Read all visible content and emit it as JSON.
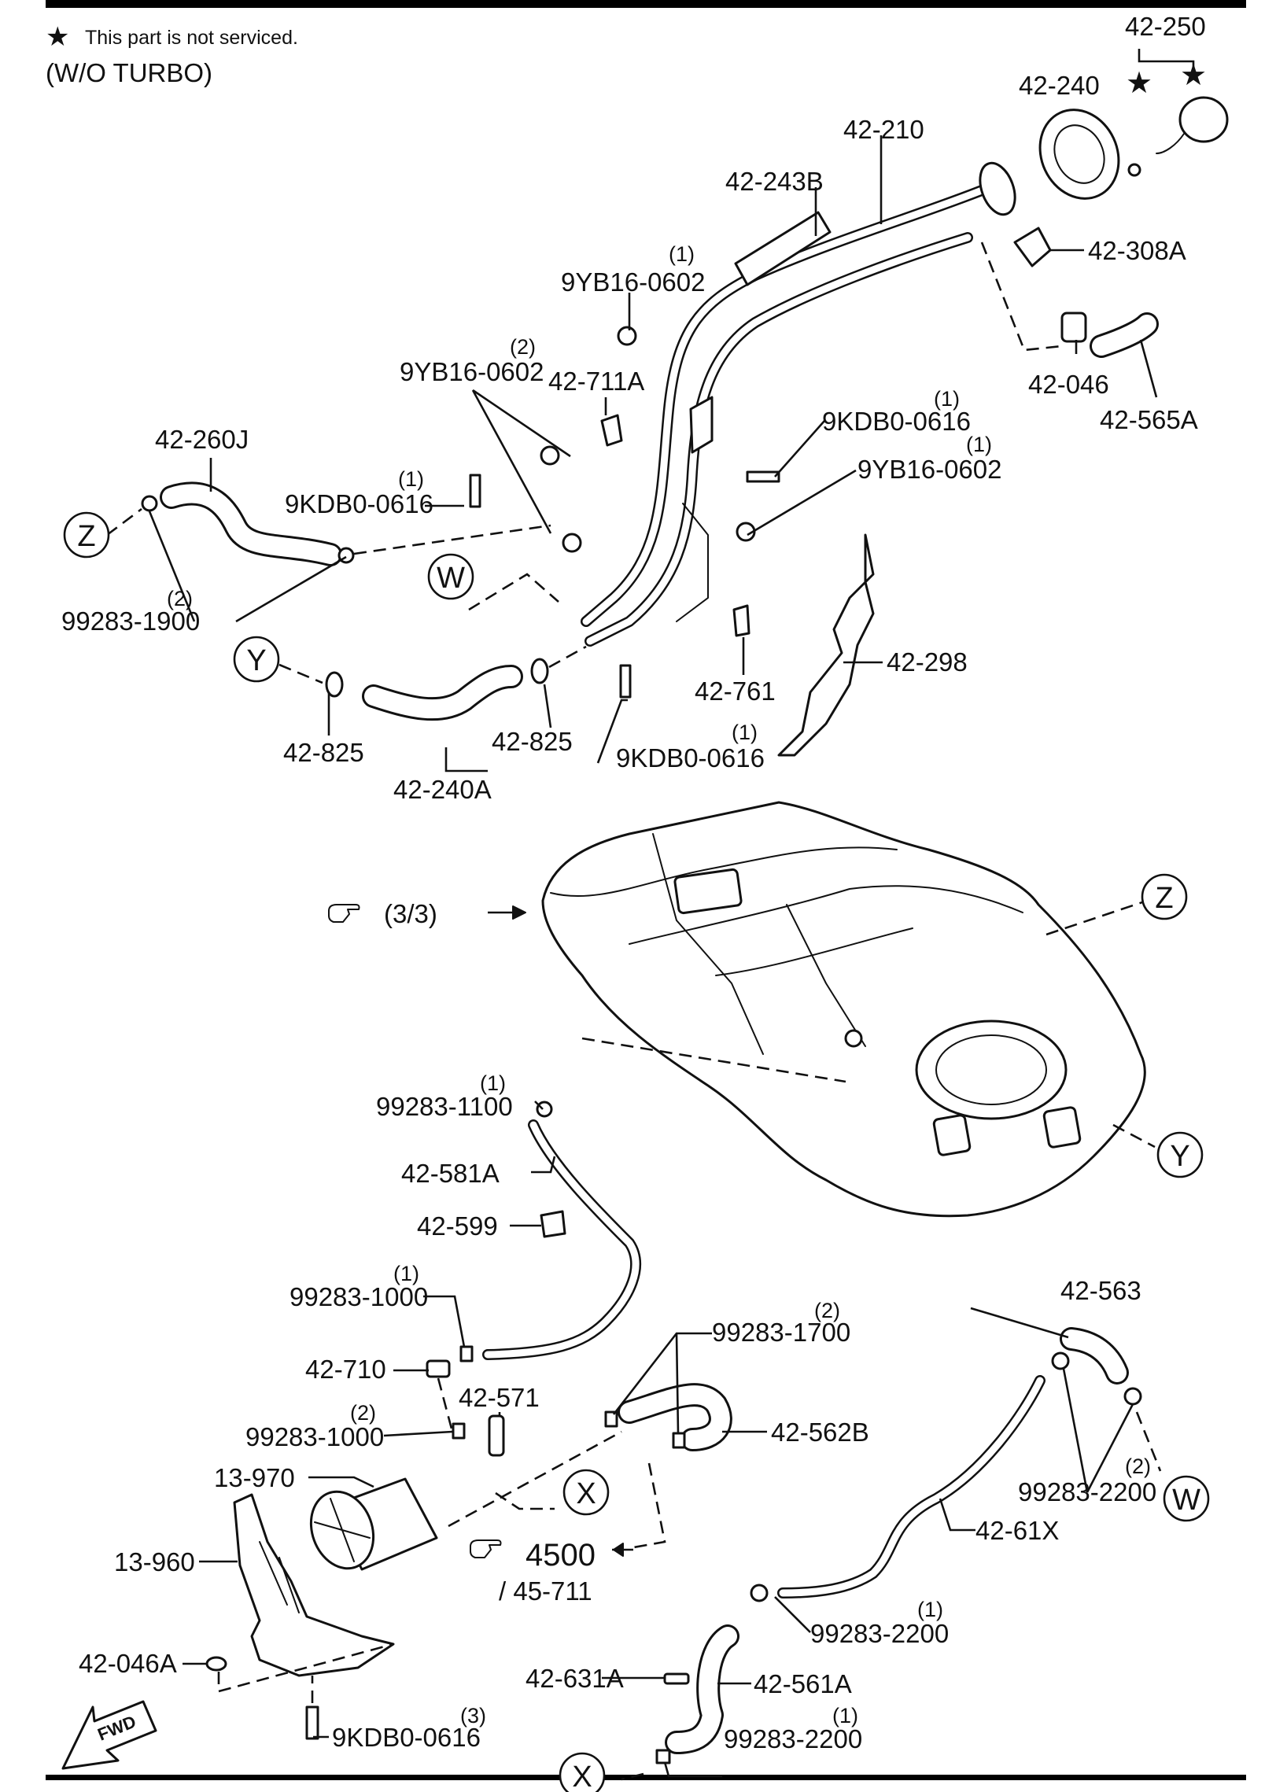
{
  "header": {
    "note_symbol": "★",
    "note_text": "This part is not serviced.",
    "variant": "(W/O TURBO)"
  },
  "labels": {
    "p42_250": "42-250",
    "p42_240": "42-240",
    "p42_210": "42-210",
    "p42_243B": "42-243B",
    "p42_308A": "42-308A",
    "p42_046": "42-046",
    "p42_565A": "42-565A",
    "p9YB16_a": "9YB16-0602",
    "p9YB16_b": "9YB16-0602",
    "p9YB16_c": "9YB16-0602",
    "p42_711A": "42-711A",
    "p9KDB0_a": "9KDB0-0616",
    "p9KDB0_b": "9KDB0-0616",
    "p9KDB0_c": "9KDB0-0616",
    "p9KDB0_d": "9KDB0-0616",
    "p42_260J": "42-260J",
    "p99283_1900": "99283-1900",
    "p42_298": "42-298",
    "p42_761": "42-761",
    "p42_825_a": "42-825",
    "p42_825_b": "42-825",
    "p42_240A": "42-240A",
    "ref_page": "(3/3)",
    "p99283_1100": "99283-1100",
    "p42_581A": "42-581A",
    "p42_599": "42-599",
    "p99283_1000_a": "99283-1000",
    "p99283_1000_b": "99283-1000",
    "p42_710": "42-710",
    "p42_571": "42-571",
    "p99283_1700": "99283-1700",
    "p42_562B": "42-562B",
    "p42_563": "42-563",
    "p99283_2200_a": "99283-2200",
    "p99283_2200_b": "99283-2200",
    "p99283_2200_c": "99283-2200",
    "p13_970": "13-970",
    "p13_960": "13-960",
    "p42_046A": "42-046A",
    "ref_4500": "4500",
    "ref_45_711": "/ 45-711",
    "p42_61X": "42-61X",
    "p42_631A": "42-631A",
    "p42_561A": "42-561A",
    "fwd": "FWD"
  },
  "quantities": {
    "q9YB16_a": "(1)",
    "q9YB16_b": "(2)",
    "q9YB16_c": "(1)",
    "q9KDB0_a": "(1)",
    "q9KDB0_b": "(1)",
    "q9KDB0_c": "(1)",
    "q9KDB0_d": "(3)",
    "q99283_1900": "(2)",
    "q99283_1100": "(1)",
    "q99283_1000_a": "(1)",
    "q99283_1000_b": "(2)",
    "q99283_1700": "(2)",
    "q99283_2200_a": "(2)",
    "q99283_2200_b": "(1)",
    "q99283_2200_c": "(1)"
  },
  "connectors": {
    "z_a": "Z",
    "z_b": "Z",
    "y_a": "Y",
    "y_b": "Y",
    "w_a": "W",
    "w_b": "W",
    "x_a": "X",
    "x_b": "X"
  },
  "icons": {
    "star": "star-icon",
    "hand": "pointing-hand-icon",
    "fwd_arrow": "forward-arrow-icon"
  }
}
